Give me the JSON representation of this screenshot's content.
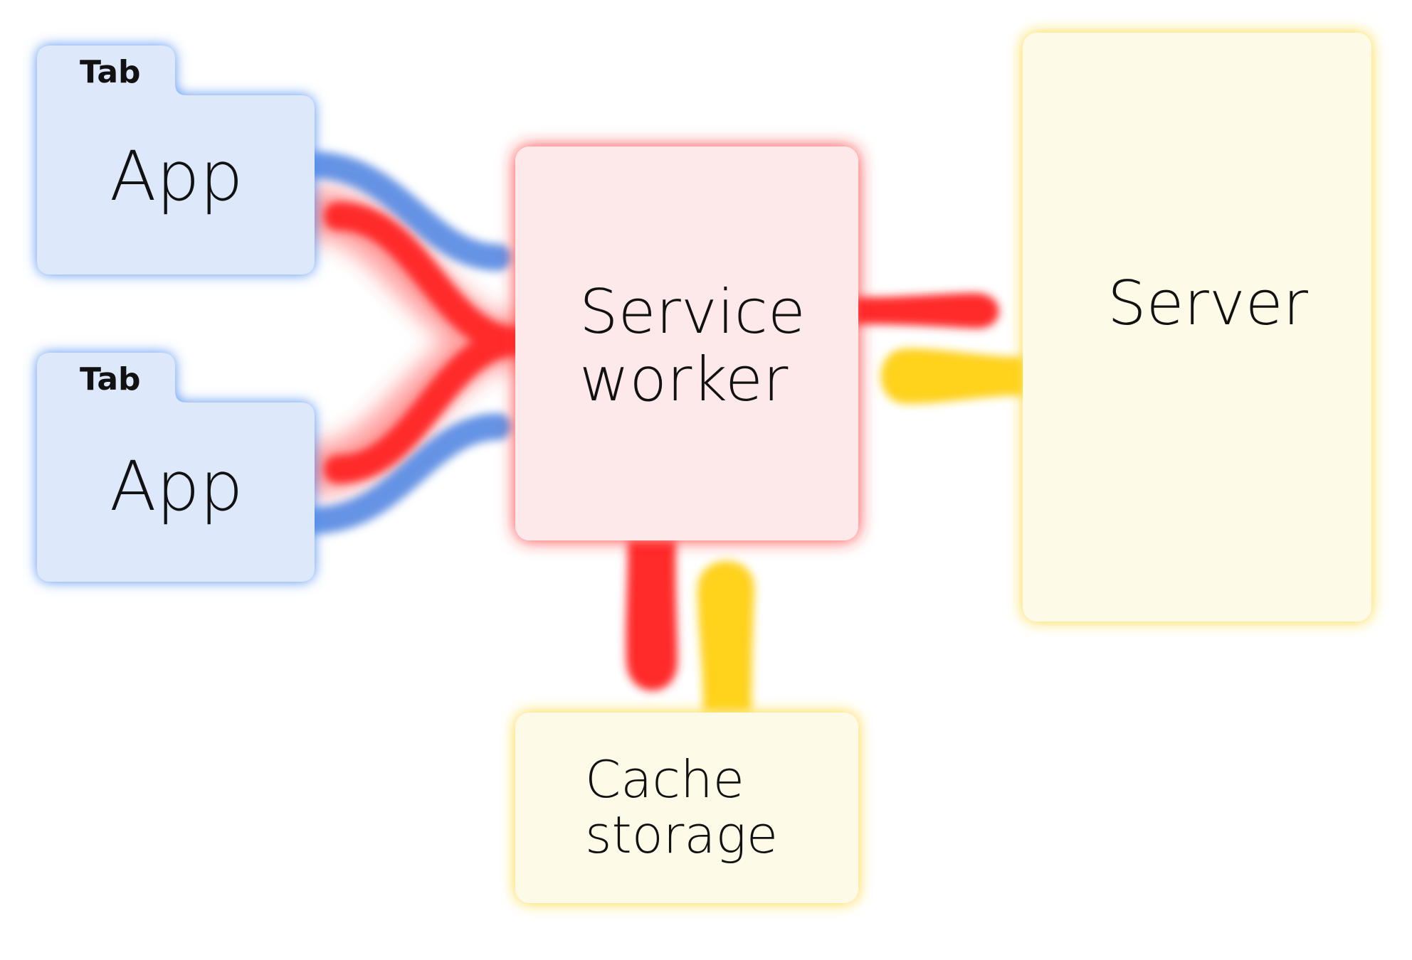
{
  "colors": {
    "app": "#dde9fb",
    "app_glow": "#4a8bf0",
    "worker": "#fde8ea",
    "worker_glow": "#ff2a2a",
    "store": "#fefae8",
    "store_glow": "#ffd21f",
    "request": "#ff2a2a",
    "response": "#ffd21f",
    "client": "#4a80e0"
  },
  "nodes": {
    "tab1": {
      "tab": "Tab",
      "label": "App"
    },
    "tab2": {
      "tab": "Tab",
      "label": "App"
    },
    "worker": {
      "line1": "Service",
      "line2": "worker"
    },
    "server": {
      "label": "Server"
    },
    "cache": {
      "line1": "Cache",
      "line2": "storage"
    }
  }
}
